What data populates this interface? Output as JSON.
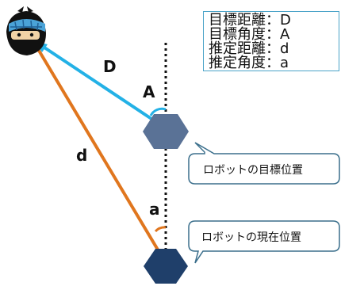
{
  "legend": {
    "rows": [
      "目標距離：D",
      "目標角度：A",
      "推定距離：d",
      "推定角度：a"
    ]
  },
  "labels": {
    "target_distance": "D",
    "target_angle": "A",
    "estimated_distance": "d",
    "estimated_angle": "a"
  },
  "callouts": {
    "target_position": "ロボットの目標位置",
    "current_position": "ロボットの現在位置"
  },
  "colors": {
    "target_line": "#23b1e6",
    "estimate_line": "#e0761e",
    "target_robot": "#5a7296",
    "current_robot": "#1f3f6a",
    "legend_border": "#4aa3c8"
  },
  "icons": {
    "person": "ninja-head-icon",
    "target_robot": "hexagon-icon",
    "current_robot": "hexagon-icon"
  }
}
